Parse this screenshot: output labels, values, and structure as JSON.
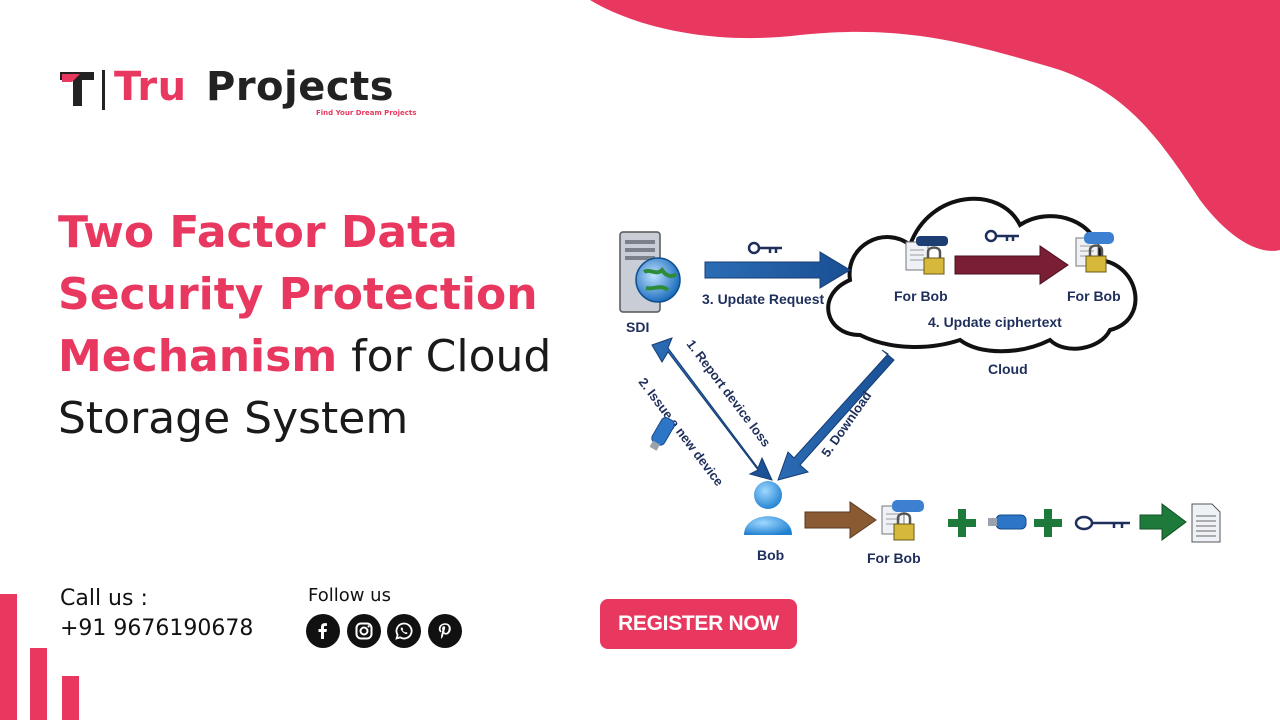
{
  "brand": {
    "name_part1": "Tru",
    "name_part2": "Projects",
    "tagline": "Find Your Dream Projects",
    "accent_color": "#e8385f"
  },
  "title": {
    "highlight": "Two Factor Data Security Protection Mechanism",
    "rest": " for Cloud Storage System"
  },
  "contact": {
    "call_label": "Call us :",
    "phone": "+91 9676190678",
    "follow_label": "Follow us",
    "social_icons": [
      "facebook-icon",
      "instagram-icon",
      "whatsapp-icon",
      "pinterest-icon"
    ]
  },
  "cta": {
    "register_label": "REGISTER NOW"
  },
  "diagram": {
    "sdi_label": "SDI",
    "cloud_label": "Cloud",
    "bob_label": "Bob",
    "for_bob_1": "For Bob",
    "for_bob_2": "For Bob",
    "for_bob_3": "For Bob",
    "step1": "1. Report device loss",
    "step2": "2. Issue a new device",
    "step3": "3. Update Request",
    "step4": "4. Update ciphertext",
    "step5": "5. Download"
  }
}
